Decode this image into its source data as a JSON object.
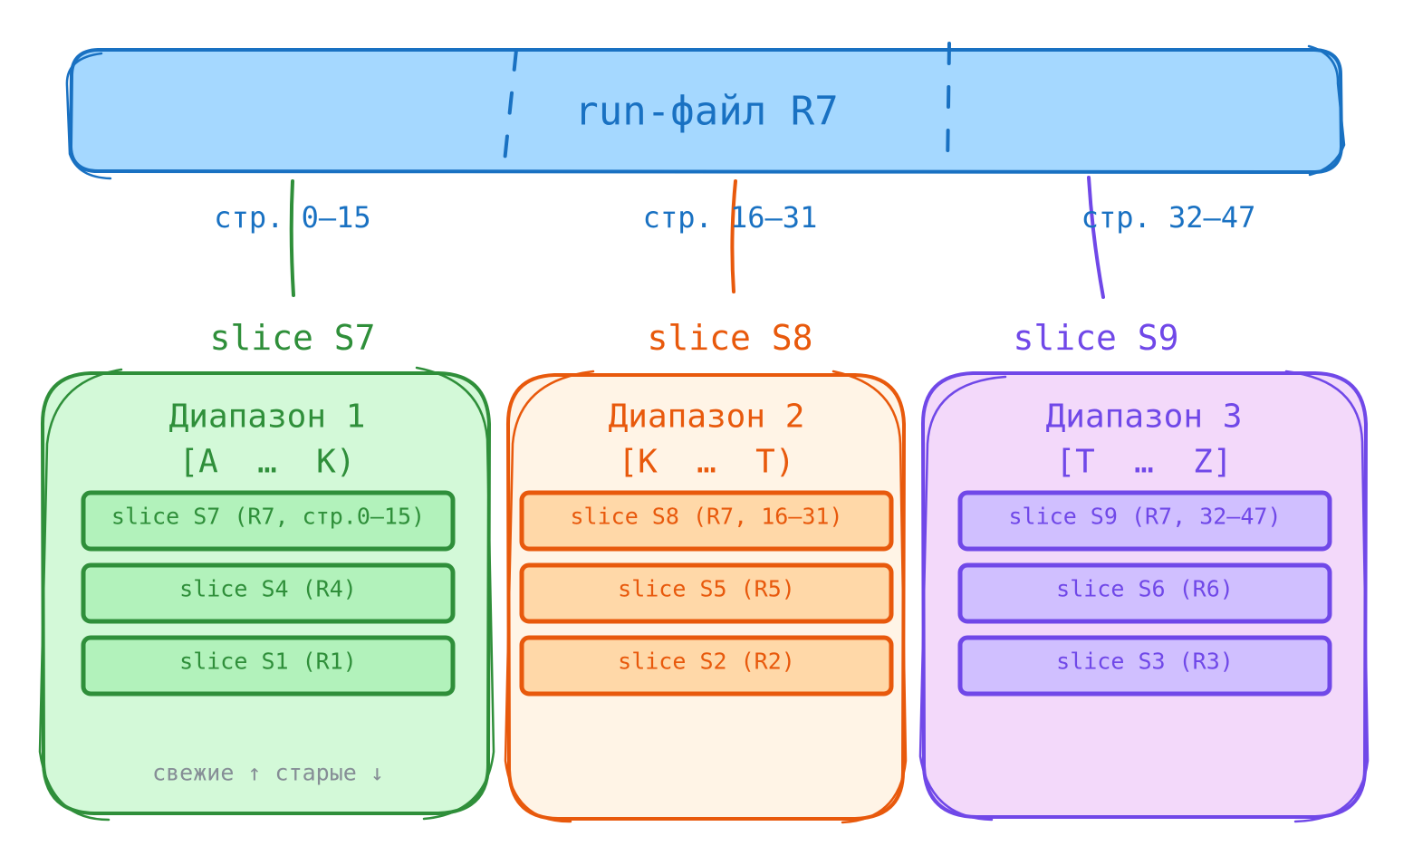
{
  "run_file": {
    "label": "run-файл R7",
    "fill": "#a5d8ff",
    "stroke": "#1971c2"
  },
  "ranges": [
    {
      "id": "1",
      "page_label": "стр. 0–15",
      "slice_label": "slice S7",
      "title": "Диапазон 1",
      "bounds": "[А  …  К)",
      "stroke": "#2f8f3a",
      "fill": "#d3f9d8",
      "bar_fill": "#b2f2bb",
      "text_color": "#2f8f3a",
      "slices": [
        "slice S7 (R7, стр.0–15)",
        "slice S4 (R4)",
        "slice S1 (R1)"
      ],
      "footer": "свежие ↑ старые ↓"
    },
    {
      "id": "2",
      "page_label": "стр. 16–31",
      "slice_label": "slice S8",
      "title": "Диапазон 2",
      "bounds": "[К  …  Т)",
      "stroke": "#e8590c",
      "fill": "#fff4e6",
      "bar_fill": "#ffd8a8",
      "text_color": "#e8590c",
      "slices": [
        "slice S8 (R7, 16–31)",
        "slice S5 (R5)",
        "slice S2 (R2)"
      ]
    },
    {
      "id": "3",
      "page_label": "стр. 32–47",
      "slice_label": "slice S9",
      "title": "Диапазон 3",
      "bounds": "[Т  …  Z]",
      "stroke": "#7048e8",
      "fill": "#f3d9fa",
      "bar_fill": "#d0bfff",
      "text_color": "#7048e8",
      "slices": [
        "slice S9 (R7, 32–47)",
        "slice S6 (R6)",
        "slice S3 (R3)"
      ]
    }
  ],
  "colors": {
    "footer_text": "#868e96"
  }
}
